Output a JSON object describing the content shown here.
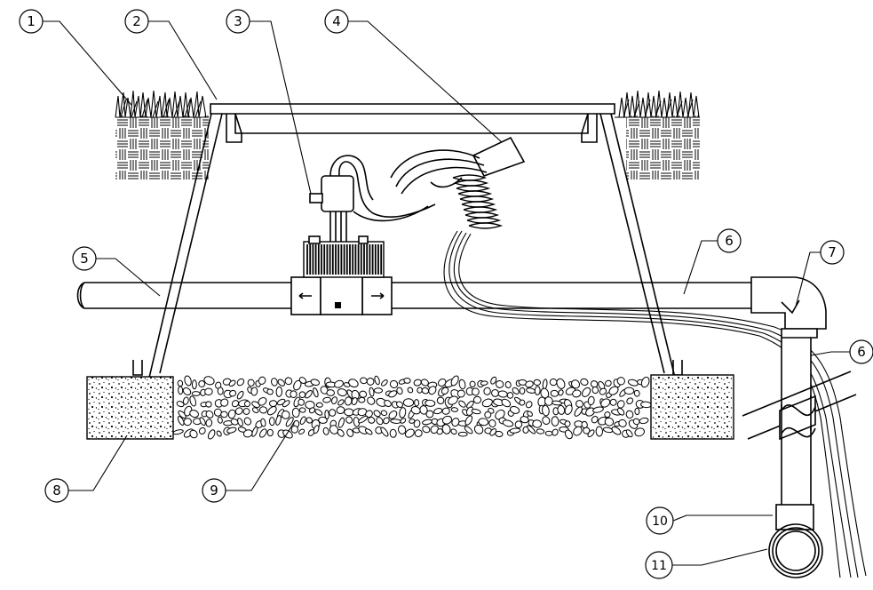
{
  "callouts": [
    {
      "id": "1",
      "label": "1"
    },
    {
      "id": "2",
      "label": "2"
    },
    {
      "id": "3",
      "label": "3"
    },
    {
      "id": "4",
      "label": "4"
    },
    {
      "id": "5",
      "label": "5"
    },
    {
      "id": "6a",
      "label": "6"
    },
    {
      "id": "7",
      "label": "7"
    },
    {
      "id": "6b",
      "label": "6"
    },
    {
      "id": "8",
      "label": "8"
    },
    {
      "id": "9",
      "label": "9"
    },
    {
      "id": "10",
      "label": "10"
    },
    {
      "id": "11",
      "label": "11"
    }
  ]
}
